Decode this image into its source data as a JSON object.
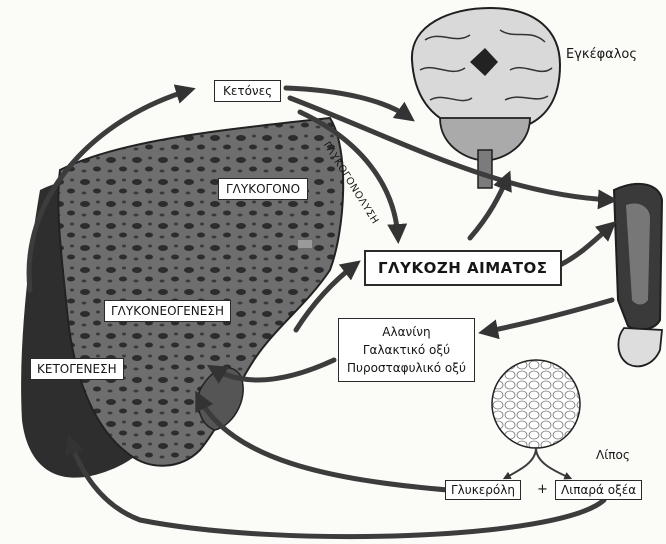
{
  "labels": {
    "ketones": "Κετόνες",
    "glycogen": "ΓΛΥΚΟΓΟΝΟ",
    "gluconeogenesis": "ΓΛΥΚΟΝΕΟΓΕΝΕΣΗ",
    "ketogenesis": "ΚΕΤΟΓΕΝΕΣΗ",
    "blood_glucose": "ΓΛΥΚΟΖΗ ΑΙΜΑΤΟΣ",
    "glycogenolysis": "ΓΛΥΚΟΓΟΝΟΛΥΣΗ",
    "brain": "Εγκέφαλος",
    "fat": "Λίπος",
    "glycerol": "Γλυκερόλη",
    "plus": "+",
    "fatty_acids": "Λιπαρά οξέα"
  },
  "substrates": [
    "Αλανίνη",
    "Γαλακτικό οξύ",
    "Πυροσταφυλικό οξύ"
  ],
  "colors": {
    "ink": "#161616",
    "arrow": "#3c3c3c",
    "liver": "#4a4a4a",
    "liver_light": "#7a7a7a"
  }
}
